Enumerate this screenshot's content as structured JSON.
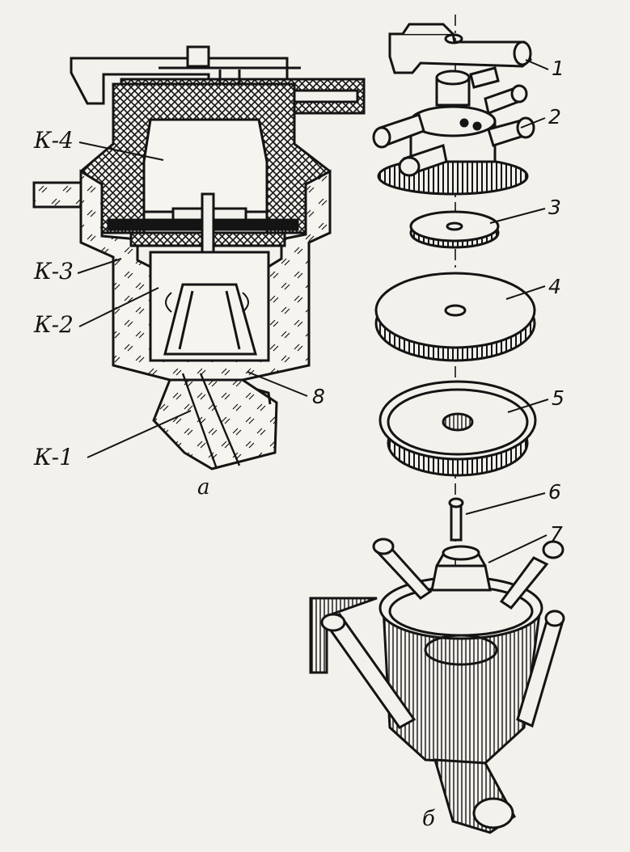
{
  "figure_a": {
    "caption": "а",
    "labels": {
      "k4": "К-4",
      "k3": "К-3",
      "k2": "К-2",
      "k1": "К-1",
      "n8": "8"
    }
  },
  "figure_b": {
    "caption": "б",
    "part_numbers": {
      "n1": "1",
      "n2": "2",
      "n3": "3",
      "n4": "4",
      "n5": "5",
      "n6": "6",
      "n7": "7"
    }
  },
  "colors": {
    "ink": "#141414",
    "paper": "#f3f1ec"
  }
}
